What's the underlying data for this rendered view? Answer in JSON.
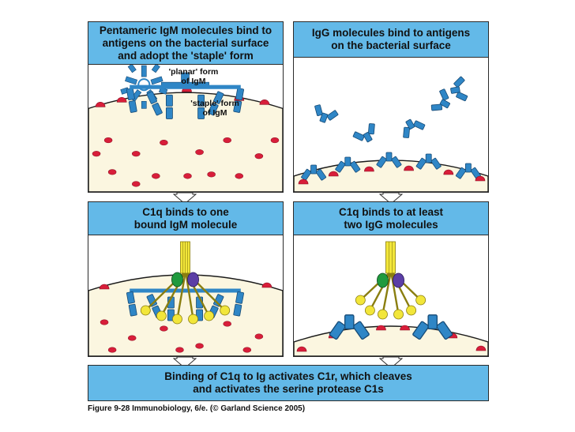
{
  "panels": {
    "igm_binding": {
      "title": "Pentameric IgM molecules bind to\nantigens on the  bacterial surface\nand adopt the 'staple' form",
      "planar_label": "'planar' form\nof IgM",
      "staple_label": "'staple' form\nof IgM"
    },
    "igg_binding": {
      "title": "IgG molecules bind to antigens\non the bacterial surface"
    },
    "c1q_igm": {
      "title": "C1q binds to one\nbound IgM molecule"
    },
    "c1q_igg": {
      "title": "C1q binds to at least\ntwo IgG molecules"
    },
    "result": {
      "title": "Binding of C1q to Ig activates C1r, which cleaves\nand activates the serine protease C1s"
    }
  },
  "caption": "Figure 9-28  Immunobiology, 6/e. (© Garland Science 2005)",
  "colors": {
    "header": "#63b9e8",
    "antibody": "#2f86c6",
    "bacterium": "#fbf6e0",
    "antigen": "#d81e3a",
    "c1q_stalk": "#f2e63a",
    "c1r": "#1f9a3e",
    "c1s": "#5b3ea6"
  }
}
